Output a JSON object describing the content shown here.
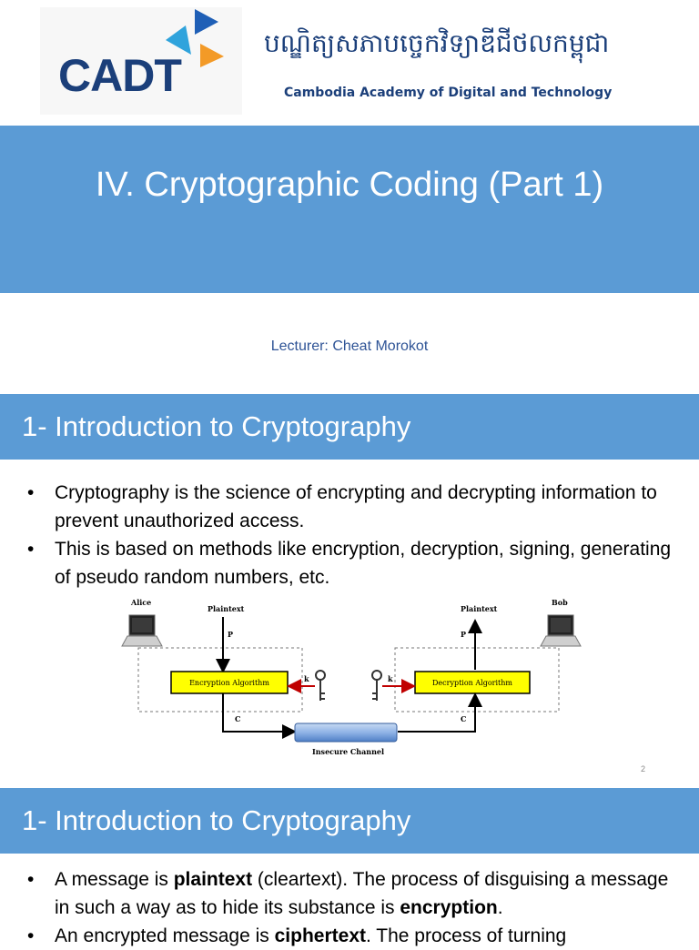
{
  "header": {
    "logo_text": "CADT",
    "khmer_name": "បណ្ឌិត្យសភាបច្ចេកវិទ្យាឌីជីថលកម្ពុជា",
    "english_name": "Cambodia Academy of Digital and Technology"
  },
  "slide1": {
    "title": "IV. Cryptographic Coding (Part 1)",
    "lecturer": "Lecturer: Cheat Morokot"
  },
  "slide2": {
    "section_title": "1- Introduction to Cryptography",
    "bullets": [
      "Cryptography is the science of encrypting and decrypting information to prevent unauthorized access.",
      "This is based on methods like encryption, decryption, signing, generating of pseudo random numbers, etc."
    ],
    "diagram": {
      "alice": "Alice",
      "bob": "Bob",
      "plaintext_left": "Plaintext",
      "plaintext_right": "Plaintext",
      "p_left": "P",
      "p_right": "P",
      "encryption": "Encryption Algorithm",
      "decryption": "Decryption Algorithm",
      "k_left": "k",
      "k_right": "k",
      "c_left": "C",
      "c_right": "C",
      "channel": "Insecure Channel"
    },
    "page_number": "2"
  },
  "slide3": {
    "section_title": "1- Introduction to Cryptography",
    "bullet1_parts": [
      "A message is ",
      "plaintext",
      " (cleartext). The process of disguising a message in such a way as to hide its substance is ",
      "encryption",
      "."
    ],
    "bullet2_parts": [
      "An encrypted message is ",
      "ciphertext",
      ". The process of turning"
    ]
  },
  "colors": {
    "band_blue": "#5b9bd5",
    "logo_navy": "#1b3f7a",
    "box_yellow": "#ffff00",
    "key_arrow": "#c00000"
  }
}
